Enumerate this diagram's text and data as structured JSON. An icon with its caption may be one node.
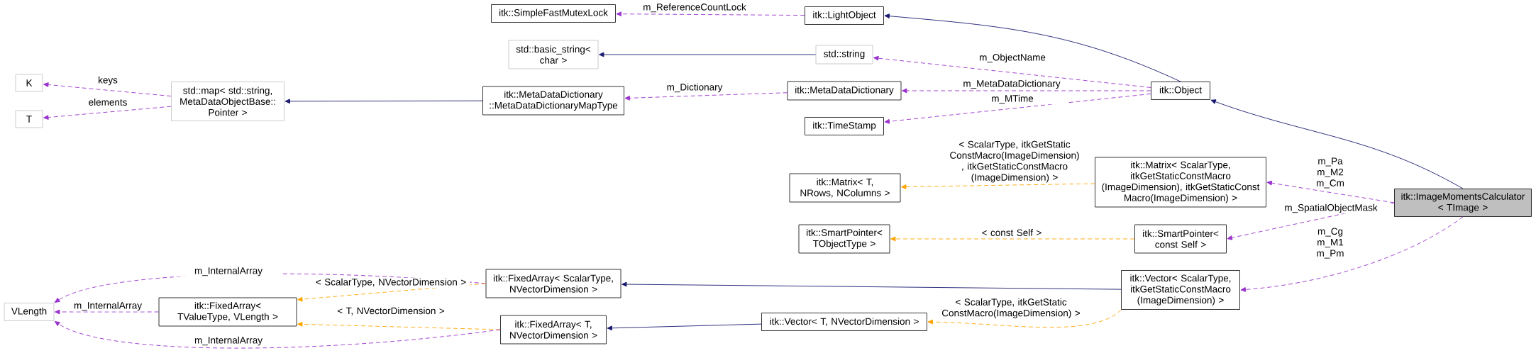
{
  "diagram": {
    "nodes": [
      {
        "text": [
          "itk::ImageMomentsCalculator < TImage >"
        ]
      },
      {
        "text": [
          "itk::Object"
        ]
      },
      {
        "text": [
          "itk::LightObject"
        ]
      },
      {
        "text": [
          "itk::SimpleFastMutexLock"
        ]
      },
      {
        "text": [
          "std::string"
        ]
      },
      {
        "text": [
          "std::basic_string< char >"
        ]
      },
      {
        "text": [
          "itk::MetaDataDictionary"
        ]
      },
      {
        "text": [
          "itk::MetaDataDictionary ::MetaDataDictionaryMapType"
        ]
      },
      {
        "text": [
          "std::map< std::string, MetaDataObjectBase:: Pointer >"
        ]
      },
      {
        "text": [
          "K"
        ]
      },
      {
        "text": [
          "T"
        ]
      },
      {
        "text": [
          "itk::TimeStamp"
        ]
      },
      {
        "text": [
          "itk::Matrix< ScalarType, itkGetStaticConstMacro (ImageDimension), itkGetStaticConst Macro(ImageDimension) >"
        ]
      },
      {
        "text": [
          "itk::Matrix< T, NRows, NColumns >"
        ]
      },
      {
        "text": [
          "itk::SmartPointer< const Self >"
        ]
      },
      {
        "text": [
          "itk::SmartPointer< TObjectType >"
        ]
      },
      {
        "text": [
          "itk::Vector< ScalarType, itkGetStaticConstMacro (ImageDimension) >"
        ]
      },
      {
        "text": [
          "itk::FixedArray< ScalarType, NVectorDimension >"
        ]
      },
      {
        "text": [
          "itk::Vector< T, NVectorDimension >"
        ]
      },
      {
        "text": [
          "itk::FixedArray< T, NVectorDimension >"
        ]
      },
      {
        "text": [
          "itk::FixedArray< TValueType, VLength >"
        ]
      },
      {
        "text": [
          "VLength"
        ]
      }
    ],
    "edges": [
      {
        "from": 0,
        "to": 1,
        "arrow": "to",
        "color": "#191970"
      },
      {
        "from": 1,
        "to": 2,
        "arrow": "to",
        "color": "#191970"
      },
      {
        "from": 2,
        "to": 3,
        "arrow": "to",
        "label": "m_ReferenceCountLock",
        "style": "dashed",
        "color": "#9a32cd"
      },
      {
        "from": 1,
        "to": 4,
        "arrow": "to",
        "label": "m_ObjectName",
        "style": "dashed",
        "color": "#9a32cd"
      },
      {
        "from": 4,
        "to": 5,
        "arrow": "to",
        "color": "#191970"
      },
      {
        "from": 1,
        "to": 6,
        "arrow": "to",
        "label": "m_MetaDataDictionary",
        "style": "dashed",
        "color": "#9a32cd"
      },
      {
        "from": 6,
        "to": 7,
        "arrow": "to",
        "label": "m_Dictionary",
        "style": "dashed",
        "color": "#9a32cd"
      },
      {
        "from": 7,
        "to": 8,
        "arrow": "to",
        "color": "#191970"
      },
      {
        "from": 8,
        "to": 9,
        "arrow": "to",
        "label": "keys",
        "style": "dashed",
        "color": "#9a32cd"
      },
      {
        "from": 8,
        "to": 10,
        "arrow": "to",
        "label": "elements",
        "style": "dashed",
        "color": "#9a32cd"
      },
      {
        "from": 1,
        "to": 11,
        "arrow": "to",
        "label": "m_MTime",
        "style": "dashed",
        "color": "#9a32cd"
      },
      {
        "from": 0,
        "to": 12,
        "arrow": "to",
        "label": "m_Pa m_M2 m_Cm",
        "style": "dashed",
        "color": "#9a32cd"
      },
      {
        "from": 12,
        "to": 13,
        "arrow": "to",
        "label": "< ScalarType, itkGetStatic ConstMacro(ImageDimension) , itkGetStaticConstMacro (ImageDimension) >",
        "style": "dashed",
        "color": "#ffa500"
      },
      {
        "from": 0,
        "to": 14,
        "arrow": "to",
        "label": "m_SpatialObjectMask",
        "style": "dashed",
        "color": "#9a32cd"
      },
      {
        "from": 14,
        "to": 15,
        "arrow": "to",
        "label": "< const Self >",
        "style": "dashed",
        "color": "#ffa500"
      },
      {
        "from": 0,
        "to": 16,
        "arrow": "to",
        "label": "m_Cg m_M1 m_Pm",
        "style": "dashed",
        "color": "#9a32cd"
      },
      {
        "from": 16,
        "to": 17,
        "arrow": "to",
        "color": "#191970"
      },
      {
        "from": 16,
        "to": 18,
        "arrow": "to",
        "label": "< ScalarType, itkGetStatic ConstMacro(ImageDimension) >",
        "style": "dashed",
        "color": "#ffa500"
      },
      {
        "from": 17,
        "to": 21,
        "arrow": "to",
        "label": "m_InternalArray",
        "style": "dashed",
        "color": "#9a32cd"
      },
      {
        "from": 17,
        "to": 20,
        "arrow": "to",
        "label": "< ScalarType, NVectorDimension >",
        "style": "dashed",
        "color": "#ffa500"
      },
      {
        "from": 18,
        "to": 19,
        "arrow": "to",
        "color": "#191970"
      },
      {
        "from": 19,
        "to": 20,
        "arrow": "to",
        "label": "< T, NVectorDimension >",
        "style": "dashed",
        "color": "#ffa500"
      },
      {
        "from": 20,
        "to": 21,
        "arrow": "to",
        "label": "m_InternalArray",
        "style": "dashed",
        "color": "#9a32cd"
      },
      {
        "from": 19,
        "to": 21,
        "arrow": "to",
        "label": "m_InternalArray",
        "style": "dashed",
        "color": "#9a32cd"
      }
    ]
  }
}
